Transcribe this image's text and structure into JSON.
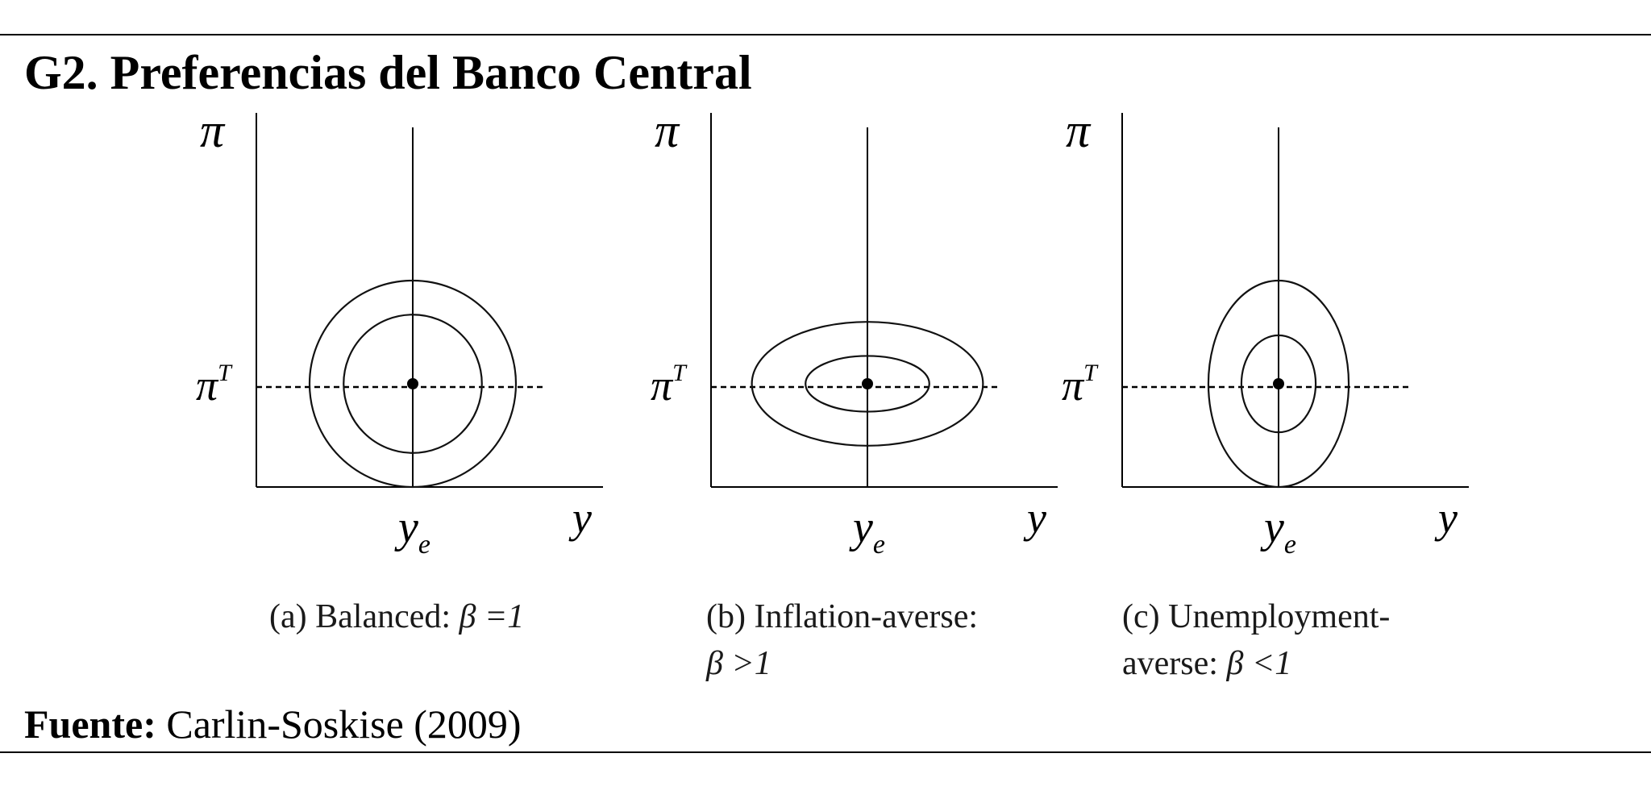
{
  "heading": "G2. Preferencias del Banco Central",
  "symbols": {
    "pi": "π",
    "pi_T_base": "π",
    "pi_T_sup": "T",
    "y": "y",
    "y_e_base": "y",
    "y_e_sub": "e"
  },
  "panels": [
    {
      "id": "a",
      "caption_text": "(a) Balanced: ",
      "caption_beta": "β =1",
      "caption_line2": "",
      "ellipses": [
        {
          "rx_rel": 1.0,
          "ry_rel": 1.0
        },
        {
          "rx_rel": 0.67,
          "ry_rel": 0.67
        }
      ]
    },
    {
      "id": "b",
      "caption_text": "(b) Inflation-averse:",
      "caption_beta": "β >1",
      "caption_line2_prefix": "",
      "ellipses": [
        {
          "rx_rel": 1.12,
          "ry_rel": 0.6
        },
        {
          "rx_rel": 0.6,
          "ry_rel": 0.27
        }
      ]
    },
    {
      "id": "c",
      "caption_text": "(c) Unemployment-",
      "caption_line2_prefix": "averse: ",
      "caption_beta": "β <1",
      "ellipses": [
        {
          "rx_rel": 0.68,
          "ry_rel": 1.0
        },
        {
          "rx_rel": 0.36,
          "ry_rel": 0.47
        }
      ]
    }
  ],
  "source": {
    "label": "Fuente:",
    "text": " Carlin-Soskise (2009)"
  }
}
